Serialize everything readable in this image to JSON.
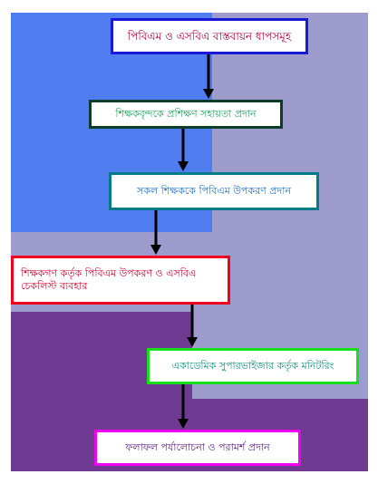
{
  "flow": {
    "steps": [
      {
        "label": "পিবিএম ও এসবিএ  বাস্তবায়ন ধাপসমূহ"
      },
      {
        "label": "শিক্ষকবৃন্দকে প্রশিক্ষণ সহায়তা প্রদান"
      },
      {
        "label": "সকল শিক্ষককে পিবিএম উপকরণ প্রদান"
      },
      {
        "label": "শিক্ষকগণ কর্তৃক পিবিএম উপকরণ ও এসবিএ চেকলিস্ট ব্যবহার"
      },
      {
        "label": "একাডেমিক সুপারভাইজার কর্তৃক মনিটরিং"
      },
      {
        "label": "ফলাফল পর্যালোচনা ও পরামর্শ প্রদান"
      }
    ]
  },
  "colors": {
    "bg_blue": "#4f7df0",
    "bg_lavender": "#9d9ccc",
    "bg_purple": "#6e3a92"
  }
}
